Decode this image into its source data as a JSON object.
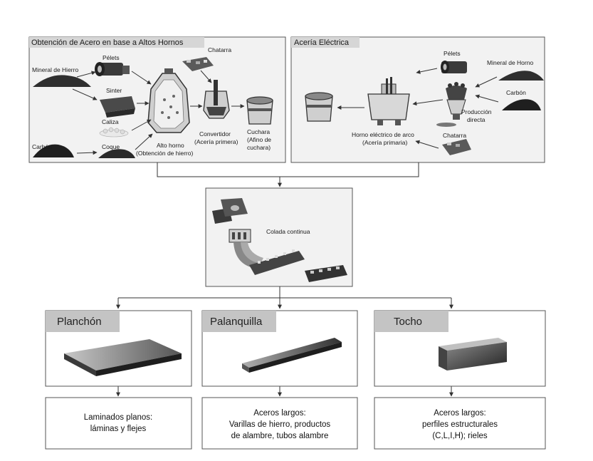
{
  "blast_furnace_panel": {
    "title": "Obtención de Acero en base a Altos Hornos",
    "pelets": "Pélets",
    "mineral": "Mineral de Hierro",
    "sinter": "Sinter",
    "caliza": "Caliza",
    "carbon": "Carbón",
    "coque": "Coque",
    "chatarra": "Chatarra",
    "alto_horno_1": "Alto horno",
    "alto_horno_2": "(Obtención de hierro)",
    "convertidor_1": "Convertidor",
    "convertidor_2": "(Acería primera)",
    "cuchara_1": "Cuchara",
    "cuchara_2": "(Afino de",
    "cuchara_3": "cuchara)"
  },
  "electric_panel": {
    "title": "Acería Eléctrica",
    "pelets": "Pélets",
    "mineral_horno": "Mineral de Horno",
    "carbon": "Carbón",
    "produccion_1": "Producción",
    "produccion_2": "directa",
    "chatarra": "Chatarra",
    "horno_1": "Horno eléctrico de arco",
    "horno_2": "(Acería primaria)"
  },
  "casting_panel": {
    "label": "Colada continua"
  },
  "products": [
    {
      "title": "Planchón",
      "lines": [
        "Laminados planos:",
        "láminas y flejes"
      ]
    },
    {
      "title": "Palanquilla",
      "lines": [
        "Aceros largos:",
        "Varillas de hierro, productos",
        "de alambre, tubos alambre"
      ]
    },
    {
      "title": "Tocho",
      "lines": [
        "Aceros largos:",
        "perfiles estructurales",
        "(C,L,I,H); rieles"
      ]
    }
  ],
  "colors": {
    "panel_bg": "#f2f2f2",
    "panel_border": "#555555",
    "title_tab": "#d6d6d6",
    "product_tab": "#c4c4c4",
    "line": "#333333"
  }
}
